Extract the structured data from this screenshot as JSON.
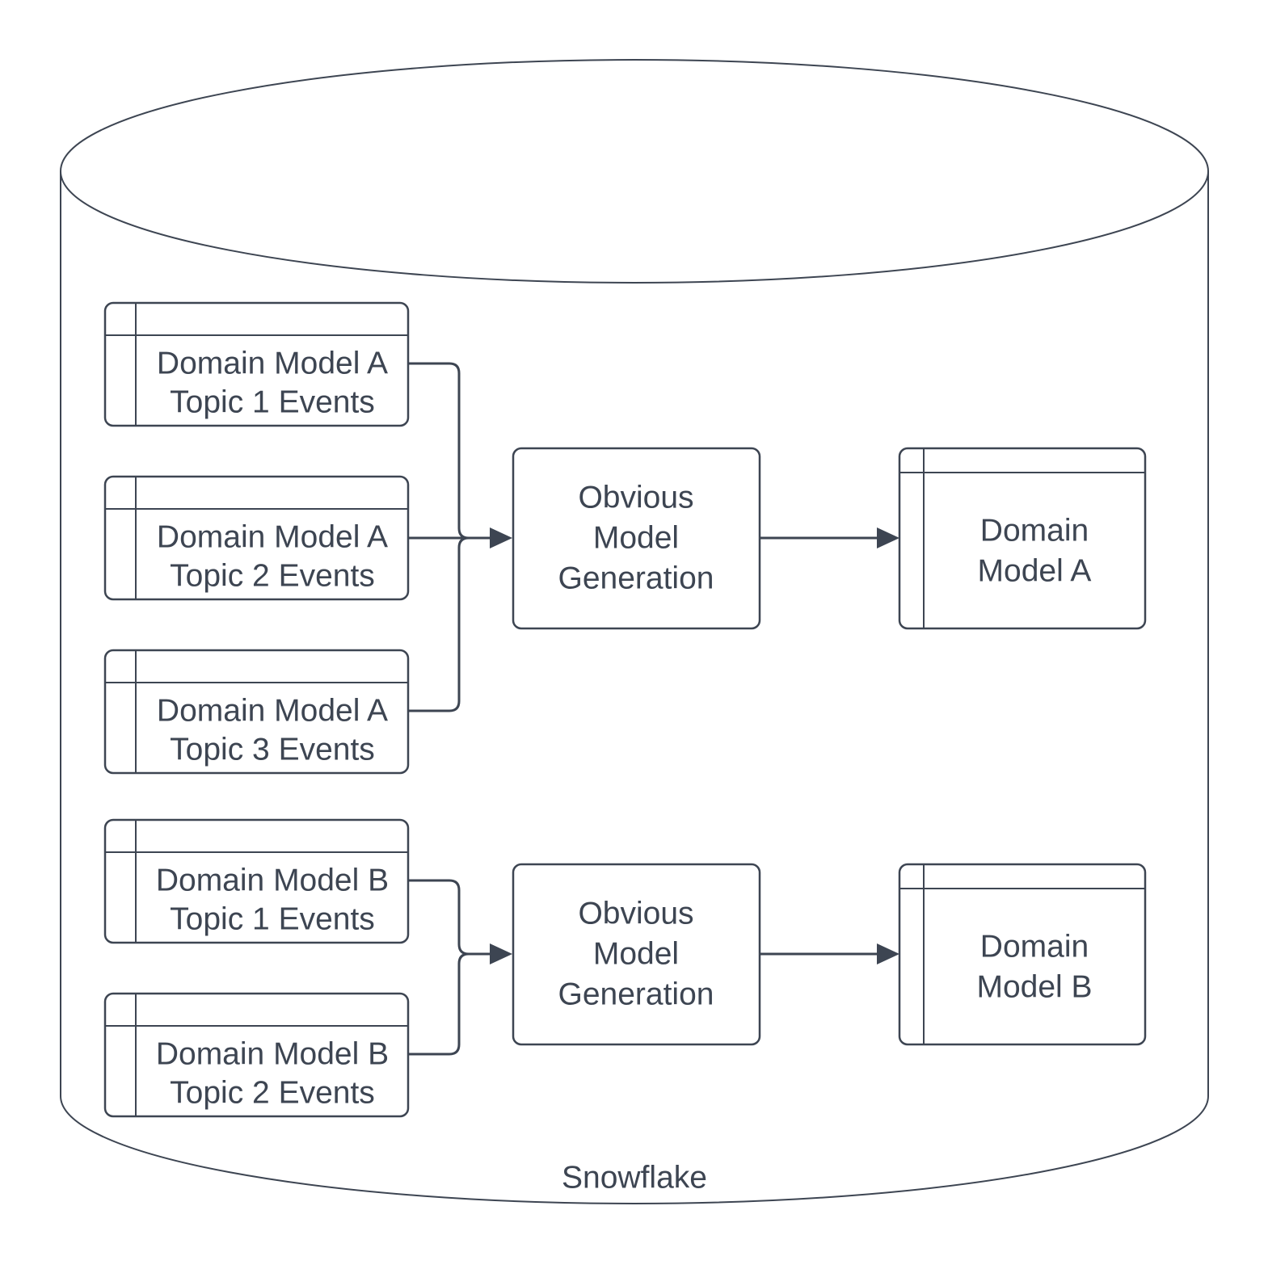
{
  "diagram": {
    "container_label": "Snowflake",
    "colors": {
      "stroke": "#3d4552",
      "text": "#3d4552",
      "background": "#ffffff"
    },
    "groups": [
      {
        "sources": [
          {
            "line1": "Domain Model A",
            "line2": "Topic 1 Events"
          },
          {
            "line1": "Domain Model A",
            "line2": "Topic 2 Events"
          },
          {
            "line1": "Domain Model A",
            "line2": "Topic 3 Events"
          }
        ],
        "process": {
          "line1": "Obvious",
          "line2": "Model",
          "line3": "Generation"
        },
        "output": {
          "line1": "Domain",
          "line2": "Model A"
        }
      },
      {
        "sources": [
          {
            "line1": "Domain Model B",
            "line2": "Topic 1 Events"
          },
          {
            "line1": "Domain Model B",
            "line2": "Topic 2 Events"
          }
        ],
        "process": {
          "line1": "Obvious",
          "line2": "Model",
          "line3": "Generation"
        },
        "output": {
          "line1": "Domain",
          "line2": "Model B"
        }
      }
    ]
  }
}
